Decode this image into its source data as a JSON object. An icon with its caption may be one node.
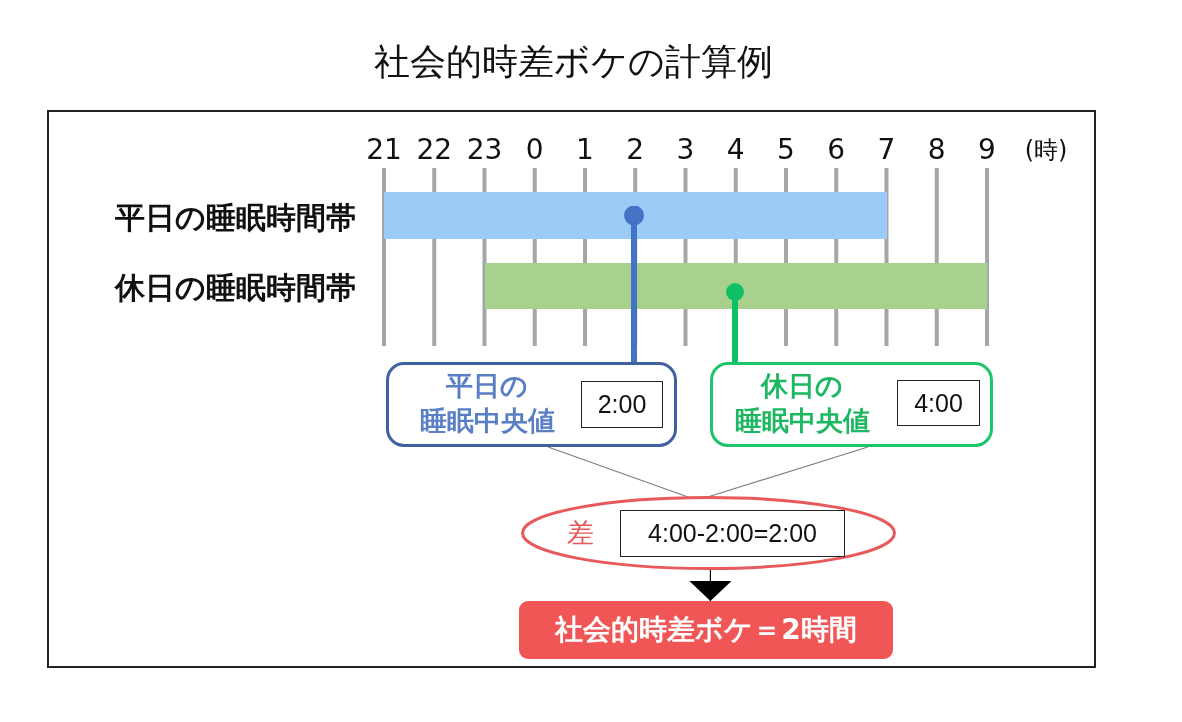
{
  "diagram": {
    "title": "社会的時差ボケの計算例",
    "nodes": [
      {
        "text": [],
        "shape": "bar"
      },
      {
        "text": [],
        "shape": "bar"
      },
      {
        "text": [
          "平日の睡眠中央値"
        ]
      },
      {
        "text": [
          "2:00"
        ],
        "in": 2
      },
      {
        "text": [
          "休日の睡眠中央値"
        ]
      },
      {
        "text": [
          "4:00"
        ],
        "in": 4
      },
      {
        "text": [
          "差"
        ]
      },
      {
        "text": [
          "4:00-2:00=2:00"
        ],
        "in": 6
      },
      {
        "text": [
          "社会的時差ボケ＝2時間"
        ]
      }
    ],
    "edges": [
      {
        "from": 0,
        "to": 2,
        "arrow": "other",
        "style": "thick",
        "color": "#4472c4"
      },
      {
        "from": 1,
        "to": 4,
        "arrow": "other",
        "style": "thick",
        "color": "#10c066"
      },
      {
        "from": 2,
        "to": 6,
        "arrow": "none"
      },
      {
        "from": 4,
        "to": 6,
        "arrow": "none"
      },
      {
        "from": 6,
        "to": 8,
        "arrow": "to",
        "color": "#000000"
      }
    ],
    "labels": [
      "21",
      "22",
      "23",
      "0",
      "1",
      "2",
      "3",
      "4",
      "5",
      "6",
      "7",
      "8",
      "9",
      "(時)",
      "平日の睡眠時間帯",
      "休日の睡眠時間帯"
    ]
  }
}
